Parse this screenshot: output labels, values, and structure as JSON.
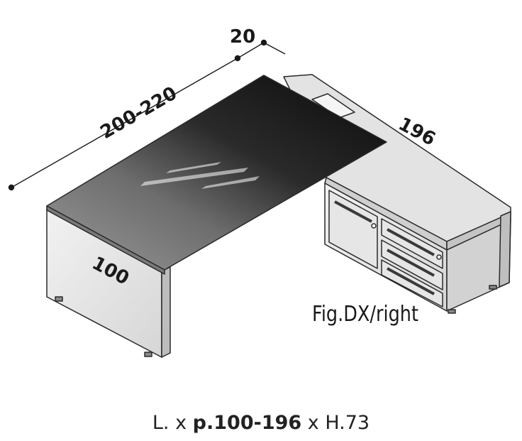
{
  "dimensions": {
    "return_depth": "20",
    "desk_length": "200-220",
    "return_length": "196",
    "desk_depth": "100"
  },
  "figure_label": "Fig.DX/right",
  "caption": {
    "prefix": "L. x ",
    "bold": "p.100-196",
    "suffix": " x H.73"
  },
  "colors": {
    "line": "#2a2a2a",
    "panel": "#d9d9d9",
    "panel_light": "#ececec",
    "glass_dark": "#0d0d0d",
    "glass_light": "#bdbdbd"
  }
}
